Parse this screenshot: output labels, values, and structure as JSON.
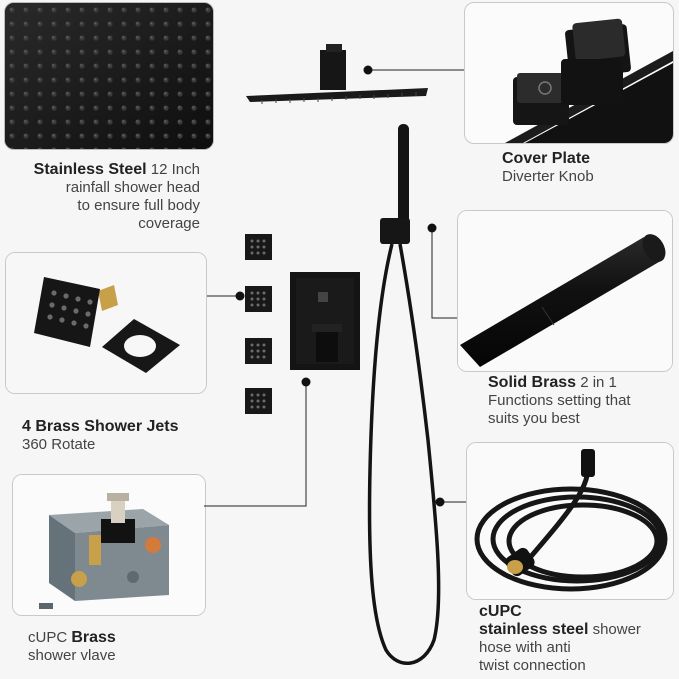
{
  "captions": {
    "rain_head": {
      "bold": "Stainless Steel",
      "rest1": " 12 Inch",
      "line2": "rainfall shower head",
      "line3": "to ensure full body",
      "line4": "coverage"
    },
    "cover_plate": {
      "bold": "Cover Plate",
      "line2": "Diverter Knob"
    },
    "hand_shower": {
      "bold": "Solid Brass",
      "rest1": " 2 in 1",
      "line2": "Functions setting that",
      "line3": "suits you best"
    },
    "jets": {
      "bold": "4 Brass Shower Jets",
      "line2": "360 Rotate"
    },
    "valve": {
      "pre": "cUPC ",
      "bold": "Brass",
      "line2": "shower  vlave"
    },
    "hose": {
      "line1": "cUPC",
      "bold2": "stainless steel",
      "rest2": " shower",
      "line3": "hose  with anti",
      "line4": "twist connection"
    }
  },
  "colors": {
    "background": "#f6f6f6",
    "product_black": "#141414",
    "brass": "#c9a04a",
    "valve_body": "#7f8a90"
  }
}
